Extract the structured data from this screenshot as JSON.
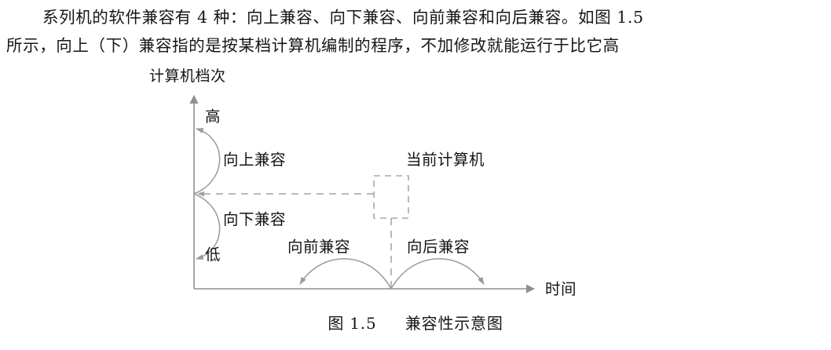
{
  "page": {
    "background": "#ffffff",
    "text_color": "#161616"
  },
  "paragraph": {
    "lines": [
      "系列机的软件兼容有 4 种：向上兼容、向下兼容、向前兼容和向后兼容。如图 1.5",
      "所示，向上（下）兼容指的是按某档计算机编制的程序，不加修改就能运行于比它高"
    ]
  },
  "figure": {
    "axes": {
      "y_axis_label": "计算机档次",
      "x_axis_label": "时间",
      "y_high_label": "高",
      "y_low_label": "低"
    },
    "annotations": {
      "upward_compatible": "向上兼容",
      "downward_compatible": "向下兼容",
      "forward_compatible": "向前兼容",
      "backward_compatible": "向后兼容",
      "current_machine": "当前计算机"
    },
    "marker": {
      "name": "current-machine-box",
      "style": "dashed-square"
    },
    "line_color": "#8a8a8a",
    "dash_color": "#9a9a9a"
  },
  "caption": {
    "number": "图 1.5",
    "title": "兼容性示意图"
  }
}
